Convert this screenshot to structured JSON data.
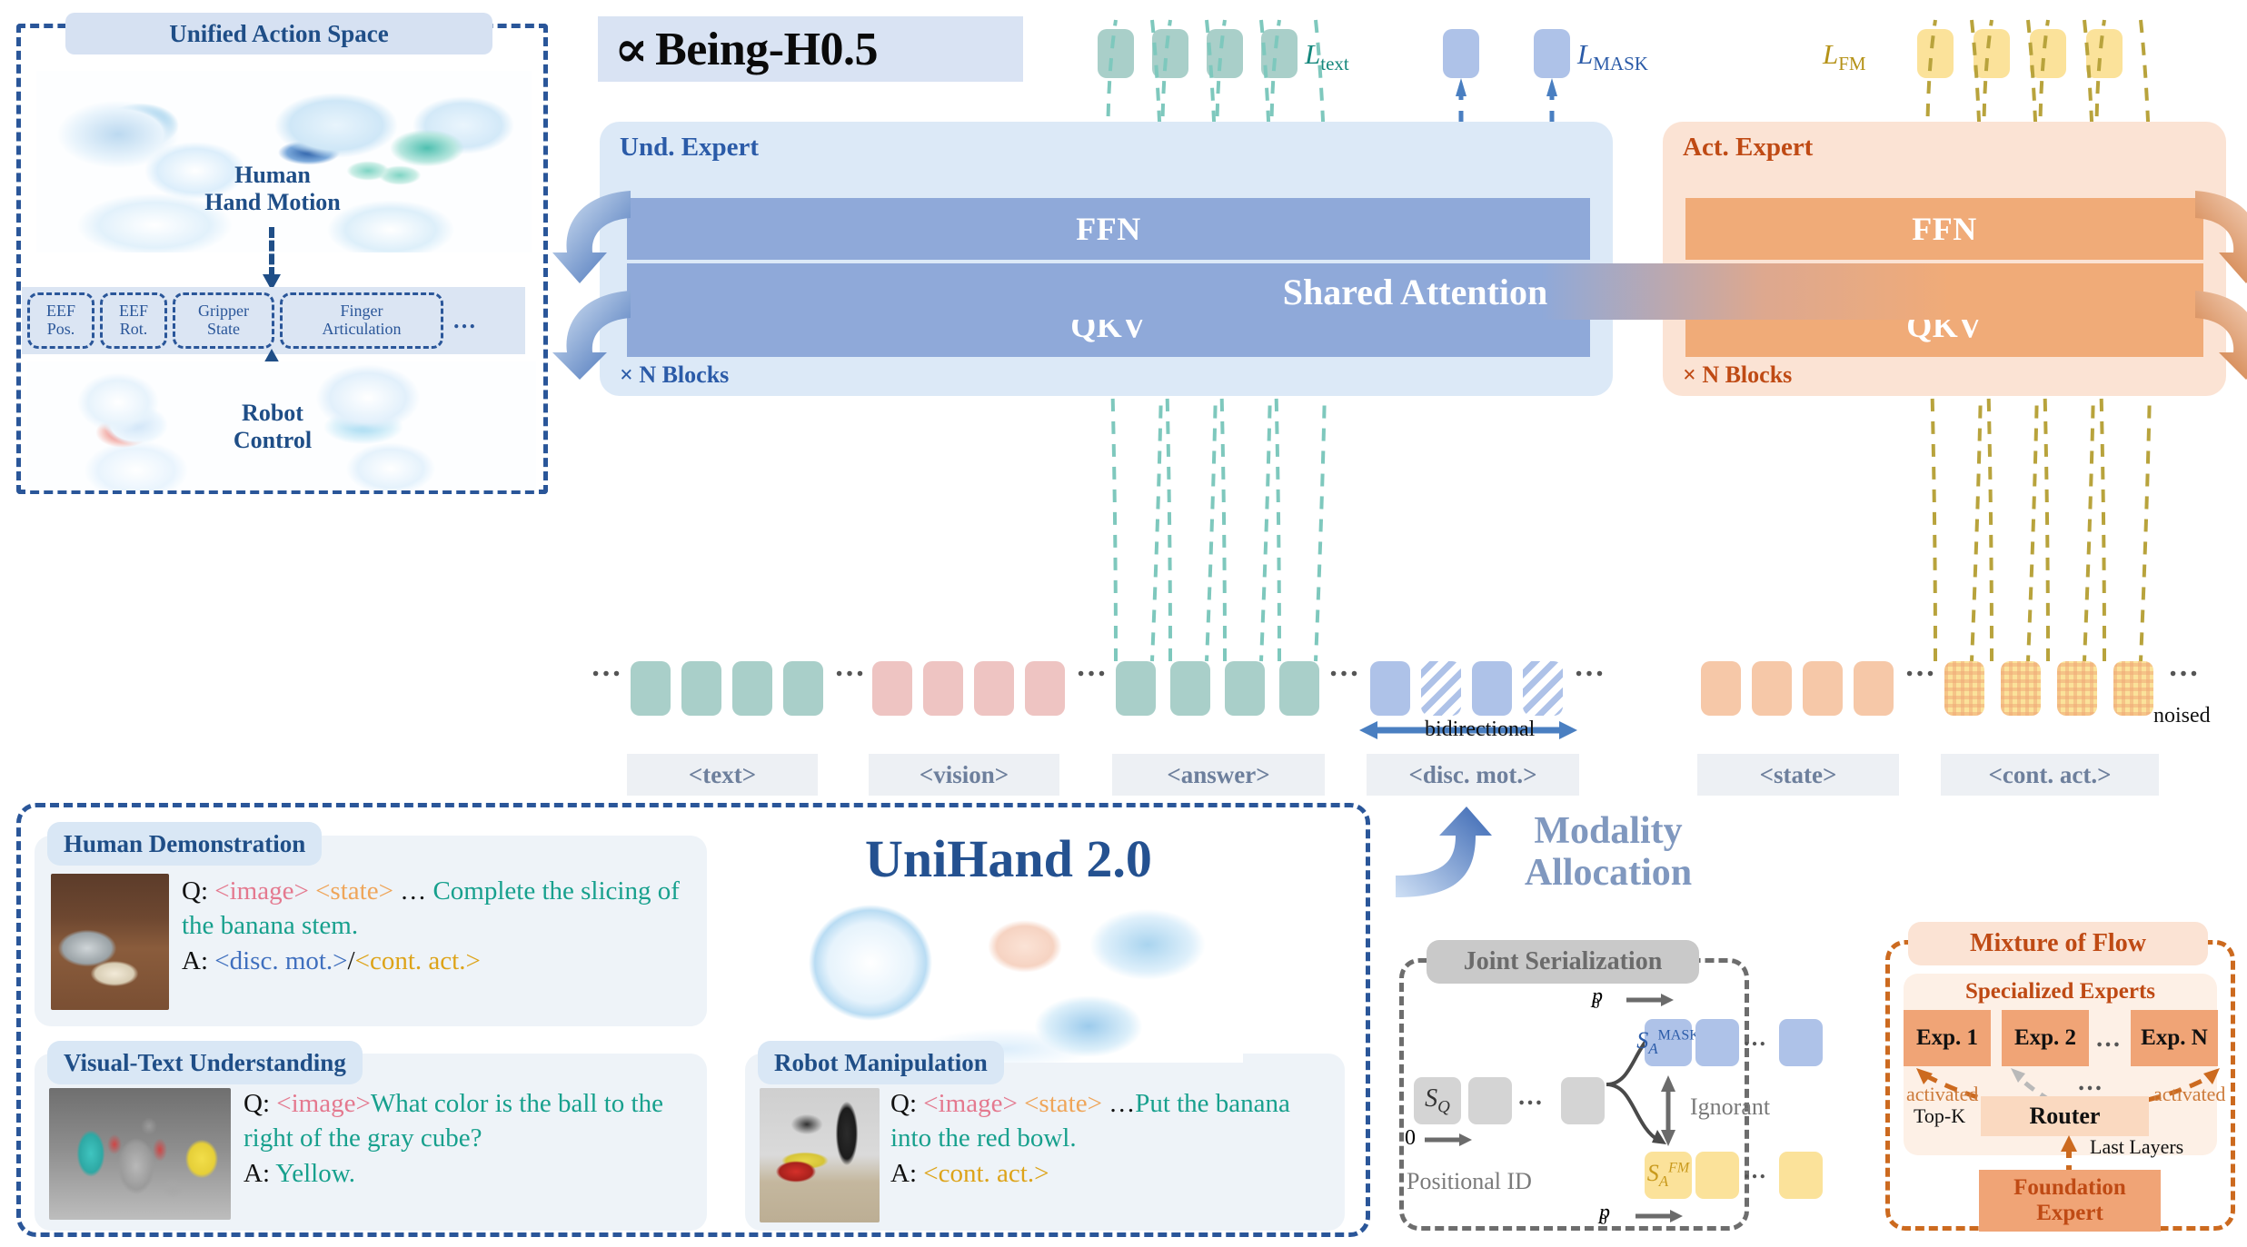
{
  "logo": {
    "symbol": "∝",
    "name": "Being-H0.5"
  },
  "unified": {
    "title": "Unified Action Space",
    "human_label": "Human\nHand Motion",
    "robot_label": "Robot\nControl",
    "action_chips": [
      {
        "l1": "EEF",
        "l2": "Pos."
      },
      {
        "l1": "EEF",
        "l2": "Rot."
      },
      {
        "l1": "Gripper",
        "l2": "State"
      },
      {
        "l1": "Finger",
        "l2": "Articulation"
      }
    ],
    "chips_ellipsis": "…"
  },
  "architecture": {
    "und_expert": {
      "tag": "Und. Expert",
      "blocks": "× N Blocks",
      "ffn": "FFN",
      "qkv": "QKV"
    },
    "act_expert": {
      "tag": "Act. Expert",
      "blocks": "× N Blocks",
      "ffn": "FFN",
      "qkv": "QKV"
    },
    "shared_attention": "Shared Attention",
    "losses": {
      "text": "L",
      "text_sub": "text",
      "mask": "L",
      "mask_sub": "MASK",
      "fm": "L",
      "fm_sub": "FM"
    },
    "modalities": [
      "<text>",
      "<vision>",
      "<answer>",
      "<disc. mot.>",
      "<state>",
      "<cont. act.>"
    ],
    "bidirectional": "bidirectional",
    "noised": "noised",
    "ellipsis": "…"
  },
  "unihand": {
    "title": "UniHand 2.0",
    "cases": [
      {
        "title": "Human Demonstration",
        "q_label": "Q:",
        "tokens": [
          "<image>",
          "<state>"
        ],
        "dots": "…",
        "question": "Complete the slicing of the banana stem.",
        "a_label": "A:",
        "answer_disc": "<disc. mot.>",
        "answer_sep": "/",
        "answer_cont": "<cont. act.>"
      },
      {
        "title": "Visual-Text Understanding",
        "q_label": "Q:",
        "tokens": [
          "<image>"
        ],
        "question": "What color is the ball to the right of the gray cube?",
        "a_label": "A:",
        "answer": "Yellow."
      },
      {
        "title": "Robot Manipulation",
        "q_label": "Q:",
        "tokens": [
          "<image>",
          "<state>"
        ],
        "dots": "…",
        "question": "Put the banana into the red bowl.",
        "a_label": "A:",
        "answer_cont": "<cont. act.>"
      }
    ]
  },
  "modality_allocation": {
    "title": "Modality\nAllocation",
    "joint_title": "Joint Serialization",
    "positional_id": "Positional ID",
    "start_id": "0",
    "p0": "p",
    "p0_sub": "0",
    "sq": "S",
    "sq_sub": "Q",
    "sa_mask": "S",
    "sa_mask_sub": "A",
    "sa_mask_sup": "MASK",
    "sa_fm": "S",
    "sa_fm_sub": "A",
    "sa_fm_sup": "FM",
    "ignorant": "Ignorant",
    "ellipsis": "…"
  },
  "mixture_of_flow": {
    "title": "Mixture of Flow",
    "specialized": "Specialized Experts",
    "experts": [
      "Exp. 1",
      "Exp. 2",
      "Exp. N"
    ],
    "experts_ellipsis": "…",
    "router": "Router",
    "topk": "Top-K",
    "activated_left": "activated",
    "activated_right": "activated",
    "last_layers": "Last Layers",
    "foundation": "Foundation\nExpert"
  },
  "colors": {
    "blue_dark": "#1f4e87",
    "blue_mid": "#2b5ba8",
    "und_band": "#8fa9d9",
    "act_band": "#f0ab78",
    "orange_dark": "#bf4a14",
    "teal": "#14877c",
    "gold": "#b59217",
    "pink": "#e4798f"
  }
}
